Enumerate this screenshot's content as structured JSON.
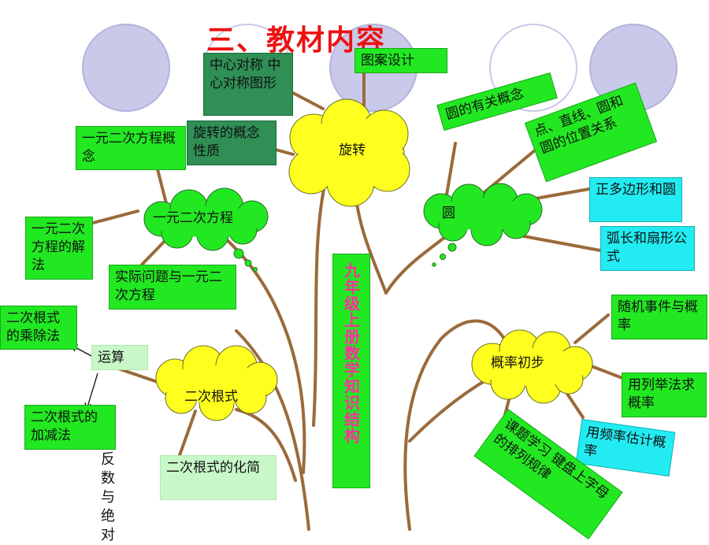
{
  "title": "三、教材内容",
  "center_title": "九年级上册数学知识结构",
  "clouds": {
    "rotation": "旋转",
    "quadratic_equation": "一元二次方程",
    "circle": "圆",
    "probability": "概率初步",
    "radical": "二次根式"
  },
  "boxes": {
    "central_symmetry": "中心对称 中心对称图形",
    "pattern_design": "图案设计",
    "rotation_concept": "旋转的概念性质",
    "quadratic_concept": "一元二次方程概念",
    "quadratic_solution": "一元二次方程的解法",
    "practical_problem": "实际问题与一元二次方程",
    "circle_concepts": "圆的有关概念",
    "position_relation": "点、直线、圆和圆的位置关系",
    "regular_polygon": "正多边形和圆",
    "arc_sector": "弧长和扇形公式",
    "random_event": "随机事件与概率",
    "listing_method": "用列举法求概率",
    "frequency_estimate": "用频率估计概率",
    "topic_learning": "课题学习 键盘上字母的排列规律",
    "radical_mul_div": "二次根式的乘除法",
    "operation": "运算",
    "radical_add_sub": "二次根式的加减法",
    "radical_simplify": "二次根式的化简",
    "vertical_fragment": "反数与绝对"
  }
}
